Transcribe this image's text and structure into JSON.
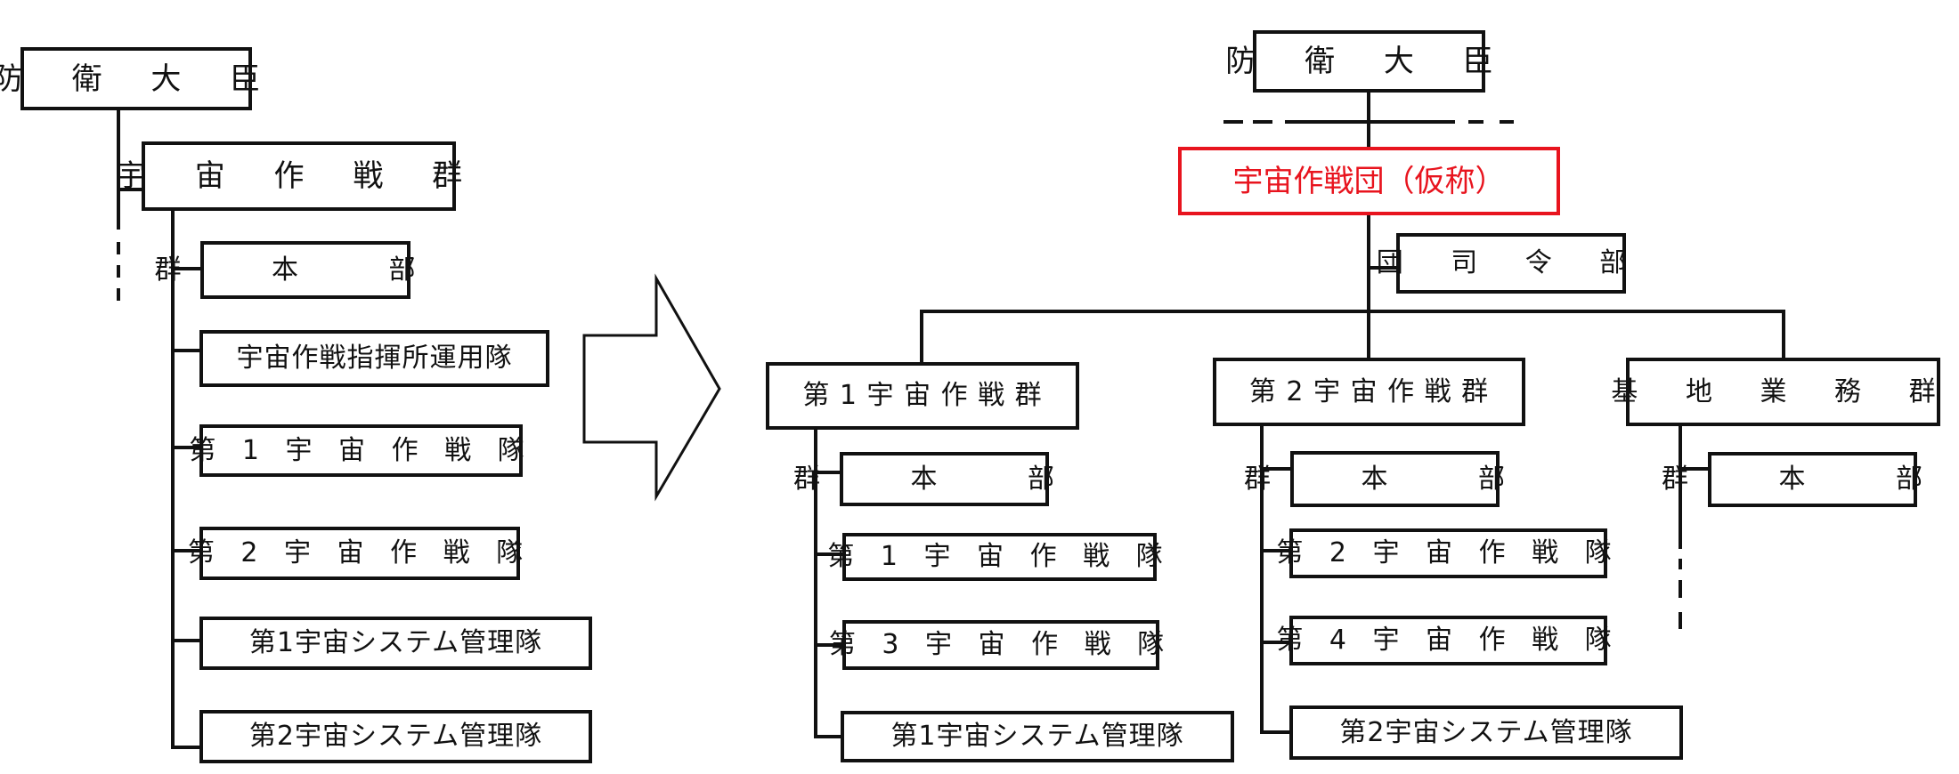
{
  "title": "宇宙作戦団（仮称）組織改編図",
  "before": {
    "minister": "防 衛 大 臣",
    "group": "宇 宙 作 戦 群",
    "units": [
      "群 本 部",
      "宇宙作戦指揮所運用隊",
      "第 1 宇 宙 作 戦 隊",
      "第 2 宇 宙 作 戦 隊",
      "第1宇宙システム管理隊",
      "第2宇宙システム管理隊"
    ]
  },
  "arrow": {
    "icon": "right-arrow-icon"
  },
  "after": {
    "minister": "防 衛 大 臣",
    "wing": "宇宙作戦団（仮称）",
    "wing_hq": "団 司 令 部",
    "highlight_color": "#e8141e",
    "groups": [
      {
        "name": "第 1 宇 宙 作 戦 群",
        "units": [
          "群 本 部",
          "第 1 宇 宙 作 戦 隊",
          "第 3 宇 宙 作 戦 隊",
          "第1宇宙システム管理隊"
        ]
      },
      {
        "name": "第 2 宇 宙 作 戦 群",
        "units": [
          "群 本 部",
          "第 2 宇 宙 作 戦 隊",
          "第 4 宇 宙 作 戦 隊",
          "第2宇宙システム管理隊"
        ]
      },
      {
        "name": "基 地 業 務 群",
        "units": [
          "群 本 部"
        ]
      }
    ]
  }
}
